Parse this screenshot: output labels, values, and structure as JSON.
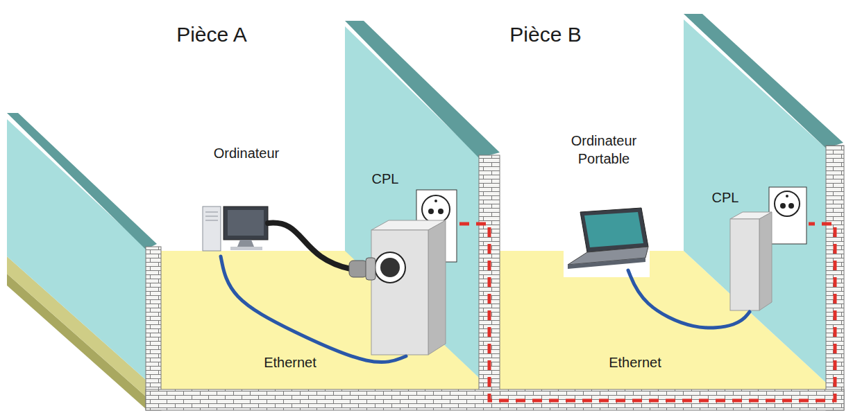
{
  "diagram": {
    "nodes": [
      {
        "text": [
          "Pièce A"
        ]
      },
      {
        "text": [
          "Ordinateur"
        ],
        "in": 0
      },
      {
        "text": [
          "CPL"
        ],
        "in": 0
      },
      {
        "text": [
          "Pièce B"
        ]
      },
      {
        "text": [
          "Ordinateur Portable"
        ],
        "in": 3
      },
      {
        "text": [
          "CPL"
        ],
        "in": 3
      }
    ],
    "edges": [
      {
        "from": 1,
        "to": 2,
        "arrow": "none",
        "label": "Ethernet"
      },
      {
        "from": 4,
        "to": 5,
        "arrow": "none",
        "label": "Ethernet"
      },
      {
        "from": 2,
        "to": 5,
        "arrow": "none"
      }
    ]
  }
}
